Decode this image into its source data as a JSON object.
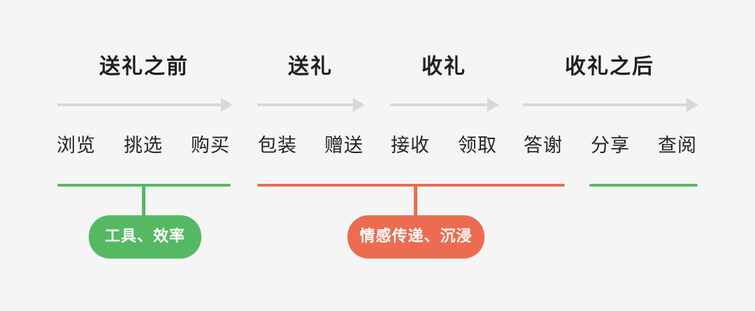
{
  "diagram": {
    "phases": [
      {
        "title": "送礼之前",
        "steps": [
          "浏览",
          "挑选",
          "购买"
        ]
      },
      {
        "title": "送礼",
        "steps": [
          "包装",
          "赠送"
        ]
      },
      {
        "title": "收礼",
        "steps": [
          "接收",
          "领取"
        ]
      },
      {
        "title": "收礼之后",
        "steps": [
          "答谢",
          "分享",
          "查阅"
        ]
      }
    ],
    "brackets": [
      {
        "label": "工具、效率",
        "color": "#55b963",
        "steps_covered": [
          "浏览",
          "挑选",
          "购买"
        ]
      },
      {
        "label": "情感传递、沉浸",
        "color": "#ec6c52",
        "steps_covered": [
          "包装",
          "赠送",
          "接收",
          "领取",
          "答谢"
        ]
      },
      {
        "label": "",
        "color": "#55b963",
        "steps_covered": [
          "分享",
          "查阅"
        ]
      }
    ],
    "colors": {
      "background": "#f5f5f6",
      "arrow": "#d8d8d8",
      "text": "#1f1f1f",
      "green": "#55b963",
      "red": "#ec6c52",
      "pill_text": "#ffffff"
    }
  }
}
